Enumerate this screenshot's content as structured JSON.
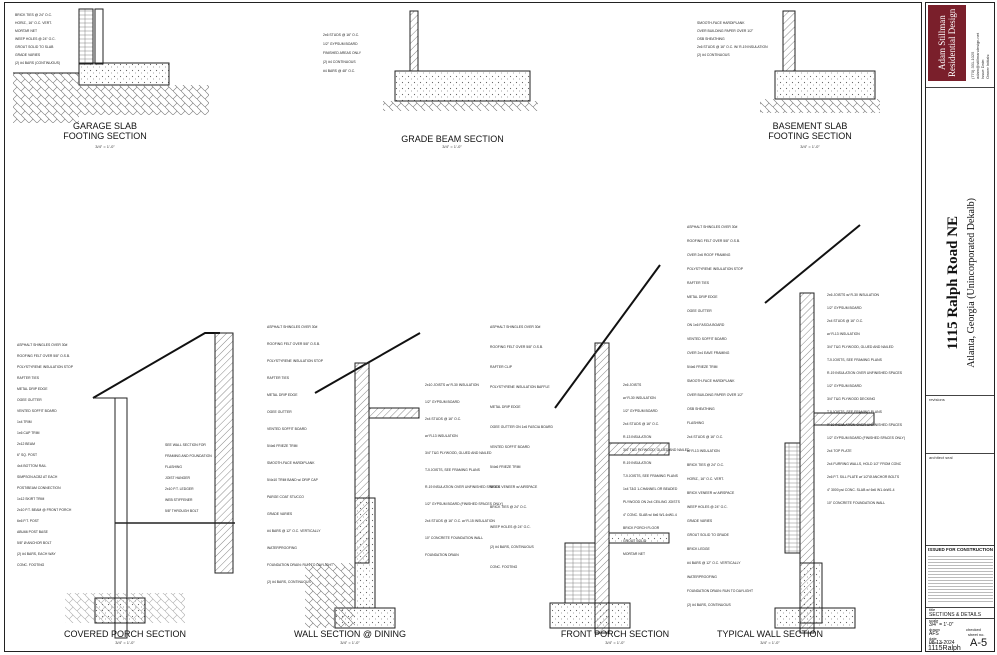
{
  "titleblock": {
    "firm": "Adam Stillman Residential Design",
    "contact": [
      "(770) 331-1025",
      "adam@stillmandesign.net"
    ],
    "approval": [
      "Issue Date:",
      "Owner Initials:"
    ],
    "project_address": "1115 Ralph Road NE",
    "project_city": "Atlanta, Georgia (Unincorporated Dekalb)",
    "revisions_label": "revisions",
    "architect_seal_label": "architect seal",
    "issued_label": "ISSUED FOR CONSTRUCTION",
    "title_label": "title",
    "title_value": "SECTIONS & DETAILS",
    "scale_label": "scale",
    "scale_value": "3/4\" = 1'-0\"",
    "drawn_label": "drawn",
    "drawn_value": "AFS",
    "checked_label": "checked",
    "date_label": "date",
    "date_value": "08-13-2024",
    "sheet_label": "sheet no.",
    "sheet_no": "A-5",
    "project_label": "project no.",
    "project_no": "1115Ralph"
  },
  "details": [
    {
      "title": "GARAGE SLAB",
      "subtitle": "FOOTING SECTION",
      "scale": "3/4\" = 1'-0\""
    },
    {
      "title": "GRADE BEAM SECTION",
      "scale": "3/4\" = 1'-0\""
    },
    {
      "title": "BASEMENT SLAB",
      "subtitle": "FOOTING SECTION",
      "scale": "3/4\" = 1'-0\""
    },
    {
      "title": "COVERED PORCH SECTION",
      "scale": "3/4\" = 1'-0\""
    },
    {
      "title": "WALL SECTION @ DINING",
      "scale": "3/4\" = 1'-0\""
    },
    {
      "title": "FRONT PORCH SECTION",
      "scale": "3/4\" = 1'-0\""
    },
    {
      "title": "TYPICAL WALL SECTION",
      "scale": "3/4\" = 1'-0\""
    }
  ],
  "notes": {
    "garage": [
      "BRICK TIES @ 24\" O.C.",
      "HORIZ., 16\" O.C. VERT.",
      "MORTAR NET",
      "WEEP HOLES @ 24\" O.C.",
      "GROUT SOLID TO SLAB",
      "GRADE VARIES",
      "(2) #4 BARS (CONTINUOUS)"
    ],
    "grade_beam": [
      "2x6 STUDS @ 16\" O.C.",
      "1/2\" GYPSUM BOARD",
      "FINISHED AREAS ONLY",
      "(2) #4 CONTINUOUS",
      "#4 BARS @ 48\" O.C."
    ],
    "basement": [
      "SMOOTH-FACE HARDIPLANK",
      "OVER BUILDING PAPER OVER 1/2\"",
      "OSB SHEATHING",
      "2x6 STUDS @ 16\" O.C. W/ R-19 INSULATION",
      "(2) #4 CONTINUOUS"
    ],
    "porch": [
      "ASPHALT SHINGLES OVER 30#",
      "ROOFING FELT OVER 5/8\" O.S.B.",
      "POLYSTYRENE INSULATION STOP",
      "RAFTER TIES",
      "METAL DRIP EDGE",
      "OGEE GUTTER",
      "VENTED SOFFIT BOARD",
      "1x4 TRIM",
      "1x6 CAP TRIM",
      "2x12 BEAM",
      "6\" SQ. POST",
      "4x4 BOTTOM RAIL",
      "SIMPSON ACB2 AT EACH",
      "POST/BEAM CONNECTION",
      "1x12 SKIRT TRIM",
      "2x10 P.T. BEAM @ FRONT PORCH",
      "6x6 P.T. POST",
      "ABU66 POST BASE",
      "5/8\" Ø ANCHOR BOLT",
      "(2) #4 BARS, EACH WAY",
      "CONC. FOOTING"
    ],
    "porch_right": [
      "SEE WALL SECTION FOR",
      "FRAMING AND FOUNDATION",
      "FLASHING",
      "JOIST HANGER",
      "2x10 P.T. LEDGER",
      "WEB STIFFENER",
      "5/8\" THROUGH BOLT"
    ],
    "dining": [
      "ASPHALT SHINGLES OVER 30#",
      "ROOFING FELT OVER 5/8\" O.S.B.",
      "POLYSTYRENE INSULATION STOP",
      "RAFTER TIES",
      "METAL DRIP EDGE",
      "OGEE GUTTER",
      "VENTED SOFFIT BOARD",
      "5/4x6 FRIEZE TRIM",
      "SMOOTH-FACE HARDIPLANK",
      "5/4x10 TRIM BAND w/ DRIP CAP",
      "PARGE COAT STUCCO",
      "GRADE VARIES",
      "#4 BARS @ 12\" O.C. VERTICALLY",
      "WATERPROOFING",
      "FOUNDATION DRAIN: RUN TO DAYLIGHT",
      "(2) #4 BARS, CONTINUOUS"
    ],
    "dining_right": [
      "2x10 JOISTS w/ R-30 INSULATION",
      "1/2\" GYPSUM BOARD",
      "2x4 STUDS @ 16\" O.C.",
      "w/ R-13 INSULATION",
      "3/4\" T&G PLYWOOD, GLUED AND NAILED",
      "TJI JOISTS, SEE FRAMING PLANS",
      "R-19 INSULATION OVER UNFINISHED SPACES",
      "1/2\" GYPSUM BOARD (FINISHED SPACES ONLY)",
      "2x4 STUDS @ 16\" O.C. w/ R-15 INSULATION",
      "10\" CONCRETE FOUNDATION WALL",
      "FOUNDATION DRAIN"
    ],
    "front": [
      "ASPHALT SHINGLES OVER 30#",
      "ROOFING FELT OVER 5/8\" O.S.B.",
      "RAFTER CLIP",
      "POLYSTYRENE INSULATION BAFFLE",
      "METAL DRIP EDGE",
      "OGEE GUTTER ON 1x6 FASCIA BOARD",
      "VENTED SOFFIT BOARD",
      "5/4x6 FRIEZE TRIM",
      "BRICK VENEER w/ AIRSPACE",
      "BRICK TIES @ 24\" O.C.",
      "WEEP HOLES @ 24\" O.C.",
      "(2) #4 BARS, CONTINUOUS",
      "CONC. FOOTING"
    ],
    "front_right": [
      "2x6 JOISTS",
      "w/ R-30 INSULATION",
      "1/2\" GYPSUM BOARD",
      "2x4 STUDS @ 16\" O.C.",
      "R-13 INSULATION",
      "3/4\" T&G PLYWOOD, GLUED AND NAILED",
      "R-19 INSULATION",
      "TJI JOISTS, SEE FRAMING PLANS",
      "1x4 T&G 1-CHANNEL OR BEADED",
      "PLYWOOD ON 2x4 CEILING JOISTS",
      "4\" CONC. SLAB w/ 6x6 W1.4xW1.4",
      "BRICK PORCH FLOOR",
      "GROUT SOLID",
      "MORTAR NET"
    ],
    "typical": [
      "ASPHALT SHINGLES OVER 30#",
      "ROOFING FELT OVER 5/8\" O.S.B.",
      "OVER 2x6 ROOF FRAMING",
      "POLYSTYRENE INSULATION STOP",
      "RAFTER TIES",
      "METAL DRIP EDGE",
      "OGEE GUTTER",
      "ON 1x6 FASCIA BOARD",
      "VENTED SOFFIT BOARD",
      "OVER 2x4 EAVE FRAMING",
      "5/4x6 FRIEZE TRIM",
      "SMOOTH-FACE HARDIPLANK",
      "OVER BUILDING PAPER OVER 1/2\"",
      "OSB SHEATHING",
      "FLASHING",
      "2x4 STUDS @ 16\" O.C.",
      "w/ R-13 INSULATION",
      "BRICK TIES @ 24\" O.C.",
      "HORIZ., 16\" O.C. VERT.",
      "BRICK VENEER w/ AIRSPACE",
      "WEEP HOLES @ 24\" O.C.",
      "GRADE VARIES",
      "GROUT SOLID TO GRADE",
      "BRICK LEDGE",
      "#4 BARS @ 12\" O.C. VERTICALLY",
      "WATERPROOFING",
      "FOUNDATION DRAIN: RUN TO DAYLIGHT",
      "(2) #4 BARS, CONTINUOUS"
    ],
    "typical_right": [
      "2x6 JOISTS w/ R-30 INSULATION",
      "1/2\" GYPSUM BOARD",
      "2x4 STUDS @ 16\" O.C.",
      "w/ R-13 INSULATION",
      "3/4\" T&G PLYWOOD, GLUED AND NAILED",
      "TJI JOISTS, SEE FRAMING PLANS",
      "R-19 INSULATION OVER UNFINISHED SPACES",
      "1/2\" GYPSUM BOARD",
      "3/4\" T&G PLYWOOD DECKING",
      "TJI JOISTS, SEE FRAMING PLANS",
      "R-19 INSULATION OVER UNFINISHED SPACES",
      "1/2\" GYPSUM BOARD (FINISHED SPACES ONLY)",
      "2x4 TOP PLATE",
      "2x4 FURRING WALLS, HOLD 1/2\" FROM CONC",
      "2x6 P.T. SILL PLATE w/ 1/2\"Ø ANCHOR BOLTS",
      "4\" 3000 psi CONC. SLAB w/ 6x6 W1.4xW1.4",
      "10\" CONCRETE FOUNDATION WALL"
    ]
  }
}
